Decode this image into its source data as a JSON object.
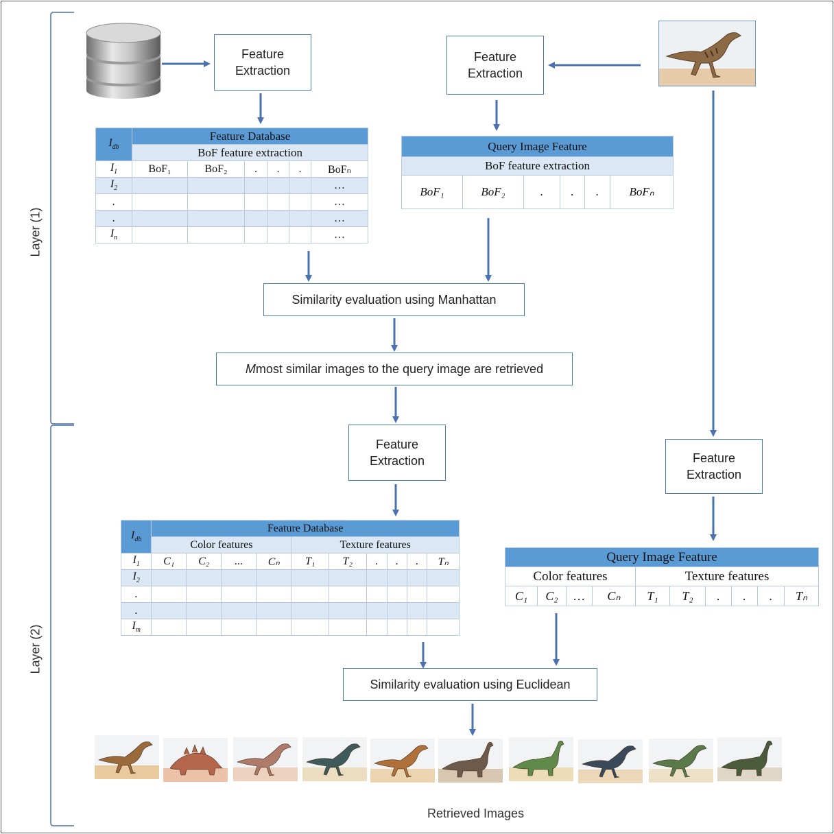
{
  "layers": {
    "layer1": "Layer (1)",
    "layer2": "Layer (2)"
  },
  "boxes": {
    "fe_db1": "Feature Extraction",
    "fe_query1": "Feature Extraction",
    "fe_db2": "Feature Extraction",
    "fe_query2": "Feature Extraction",
    "sim_manhattan": "Similarity evaluation using Manhattan",
    "top_m_italic": "M",
    "top_m_rest": "most similar images to the query image are retrieved",
    "sim_euclidean": "Similarity evaluation using Euclidean"
  },
  "db_table1": {
    "id_header": "I",
    "id_header_sub": "db",
    "title": "Feature Database",
    "subtitle": "BoF feature extraction",
    "rows": [
      {
        "id": "I",
        "id_sub": "1",
        "cells": [
          "BoF₁",
          "BoF₂",
          ".",
          ".",
          ".",
          "BoFₙ"
        ]
      },
      {
        "id": "I",
        "id_sub": "2",
        "cells": [
          "",
          "",
          "",
          "",
          "",
          "…"
        ]
      },
      {
        "id": ".",
        "id_sub": "",
        "cells": [
          "",
          "",
          "",
          "",
          "",
          "…"
        ]
      },
      {
        "id": ".",
        "id_sub": "",
        "cells": [
          "",
          "",
          "",
          "",
          "",
          "…"
        ]
      },
      {
        "id": "I",
        "id_sub": "n",
        "cells": [
          "",
          "",
          "",
          "",
          "",
          "…"
        ]
      }
    ]
  },
  "query_table1": {
    "title": "Query Image Feature",
    "subtitle": "BoF feature extraction",
    "cells": [
      "BoF₁",
      "BoF₂",
      ".",
      ".",
      ".",
      "BoFₙ"
    ]
  },
  "db_table2": {
    "id_header": "I",
    "id_header_sub": "db",
    "title": "Feature Database",
    "color_label": "Color features",
    "texture_label": "Texture features",
    "rows": [
      {
        "id": "I",
        "id_sub": "1",
        "cells": [
          "C₁",
          "C₂",
          "...",
          "Cₙ",
          "T₁",
          "T₂",
          ".",
          ".",
          ".",
          "Tₙ"
        ]
      },
      {
        "id": "I",
        "id_sub": "2",
        "cells": [
          "",
          "",
          "",
          "",
          "",
          "",
          "",
          "",
          "",
          ""
        ]
      },
      {
        "id": ".",
        "id_sub": "",
        "cells": [
          "",
          "",
          "",
          "",
          "",
          "",
          "",
          "",
          "",
          ""
        ]
      },
      {
        "id": ".",
        "id_sub": "",
        "cells": [
          "",
          "",
          "",
          "",
          "",
          "",
          "",
          "",
          "",
          ""
        ]
      },
      {
        "id": "I",
        "id_sub": "m",
        "cells": [
          "",
          "",
          "",
          "",
          "",
          "",
          "",
          "",
          "",
          ""
        ]
      }
    ]
  },
  "query_table2": {
    "title": "Query Image Feature",
    "color_label": "Color features",
    "texture_label": "Texture features",
    "cells": [
      "C₁",
      "C₂",
      "…",
      "Cₙ",
      "T₁",
      "T₂",
      ".",
      ".",
      ".",
      "Tₙ"
    ]
  },
  "caption": "Retrieved Images",
  "colors": {
    "arrow": "#4a72b0",
    "header": "#5b9bd5",
    "band": "#dbe7f4",
    "border": "#4a78b4"
  }
}
